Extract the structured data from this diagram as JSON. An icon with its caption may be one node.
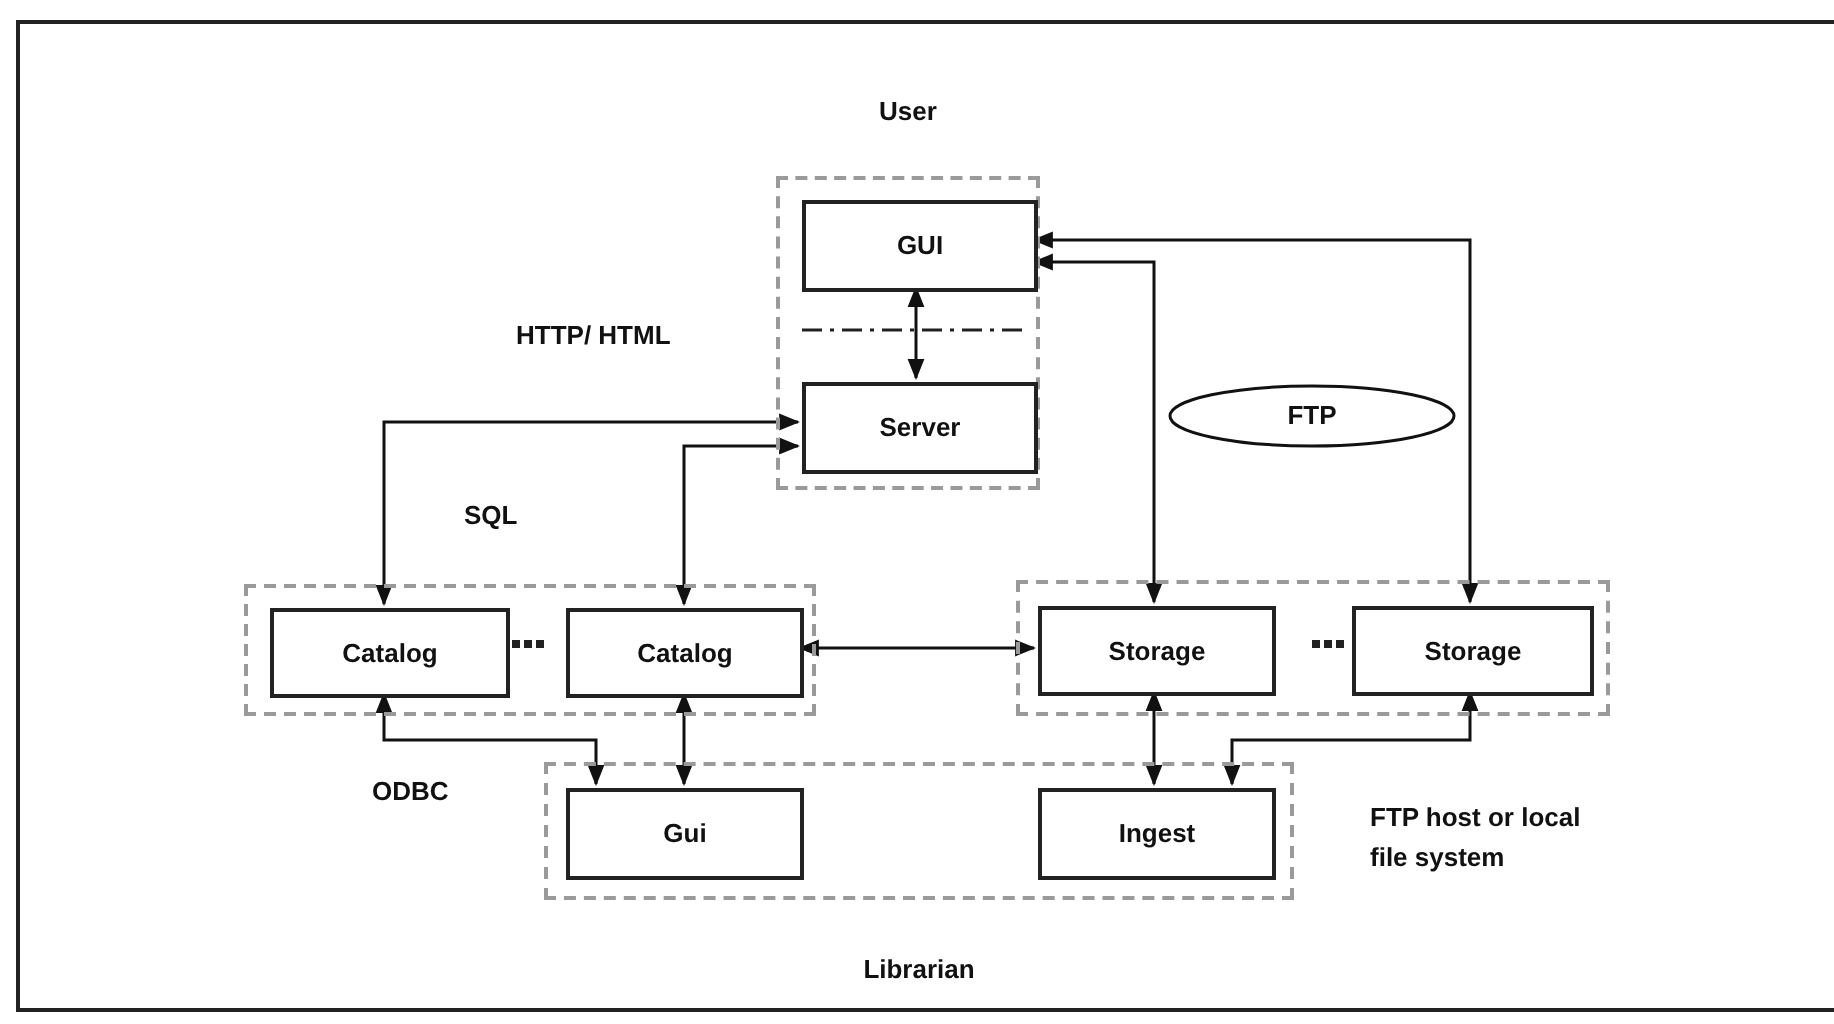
{
  "diagram": {
    "nodes": [
      {
        "text": [
          "User"
        ]
      },
      {
        "text": [
          "GUI"
        ],
        "in": 0
      },
      {
        "text": [
          "Server"
        ],
        "in": 0
      },
      {
        "text": [],
        "shape": "box"
      },
      {
        "text": [
          "Catalog"
        ],
        "in": 3
      },
      {
        "text": [
          "Catalog"
        ],
        "in": 3
      },
      {
        "text": [],
        "shape": "box"
      },
      {
        "text": [
          "Storage"
        ],
        "in": 6
      },
      {
        "text": [
          "Storage"
        ],
        "in": 6
      },
      {
        "text": [
          "Librarian"
        ]
      },
      {
        "text": [
          "Gui"
        ],
        "in": 9
      },
      {
        "text": [
          "Ingest"
        ],
        "in": 9
      },
      {
        "text": [
          "FTP"
        ]
      }
    ],
    "edges": [
      {
        "from": 1,
        "to": 2,
        "arrow": "both"
      },
      {
        "from": 2,
        "to": 4,
        "arrow": "both"
      },
      {
        "from": 2,
        "to": 5,
        "arrow": "both"
      },
      {
        "from": 1,
        "to": 7,
        "arrow": "both"
      },
      {
        "from": 1,
        "to": 8,
        "arrow": "both"
      },
      {
        "from": 5,
        "to": 7,
        "arrow": "both"
      },
      {
        "from": 4,
        "to": 10,
        "arrow": "both"
      },
      {
        "from": 5,
        "to": 10,
        "arrow": "both"
      },
      {
        "from": 7,
        "to": 11,
        "arrow": "both"
      },
      {
        "from": 8,
        "to": 11,
        "arrow": "both"
      }
    ],
    "labels": [
      "HTTP/ HTML",
      "SQL",
      "ODBC",
      "FTP host or local file system"
    ]
  }
}
